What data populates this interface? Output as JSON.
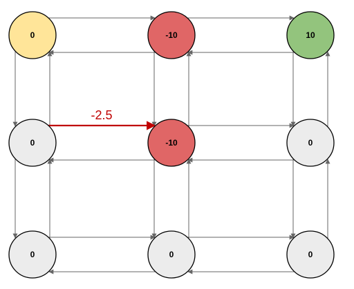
{
  "colors": {
    "start": "#ffe599",
    "penalty": "#e06666",
    "goal": "#93c47d",
    "empty": "#ececec",
    "edge": "#666666",
    "highlight": "#c00000",
    "node_stroke": "#000000"
  },
  "nodes": [
    {
      "id": "n00",
      "label": "0",
      "kind": "start"
    },
    {
      "id": "n01",
      "label": "-10",
      "kind": "penalty"
    },
    {
      "id": "n02",
      "label": "10",
      "kind": "goal"
    },
    {
      "id": "n10",
      "label": "0",
      "kind": "empty"
    },
    {
      "id": "n11",
      "label": "-10",
      "kind": "penalty"
    },
    {
      "id": "n12",
      "label": "0",
      "kind": "empty"
    },
    {
      "id": "n20",
      "label": "0",
      "kind": "empty"
    },
    {
      "id": "n21",
      "label": "0",
      "kind": "empty"
    },
    {
      "id": "n22",
      "label": "0",
      "kind": "empty"
    }
  ],
  "highlighted_edge": {
    "from": "n10",
    "to": "n11",
    "label": "-2.5"
  }
}
